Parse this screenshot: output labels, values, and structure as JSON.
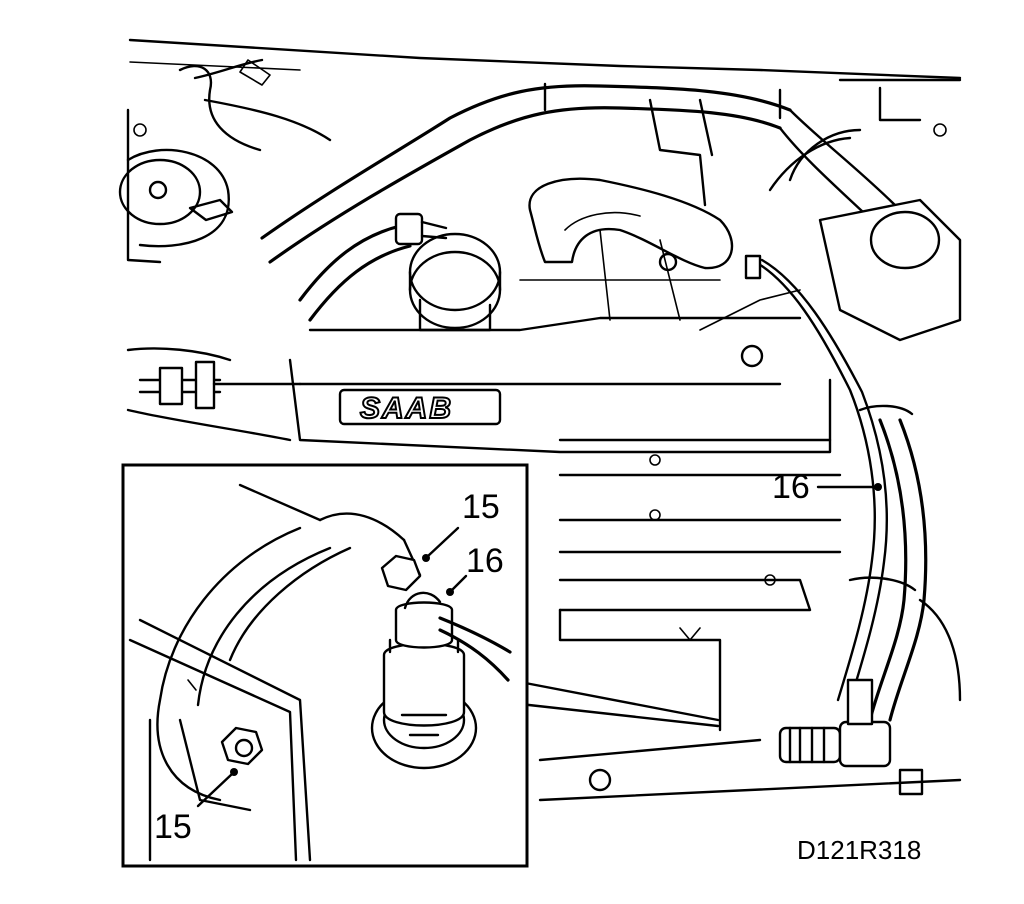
{
  "main_view": {
    "brand_lettering": "SAAB",
    "callout_16": "16"
  },
  "inset": {
    "callout_15_upper": "15",
    "callout_16": "16",
    "callout_15_lower": "15"
  },
  "figure_code": "D121R318"
}
